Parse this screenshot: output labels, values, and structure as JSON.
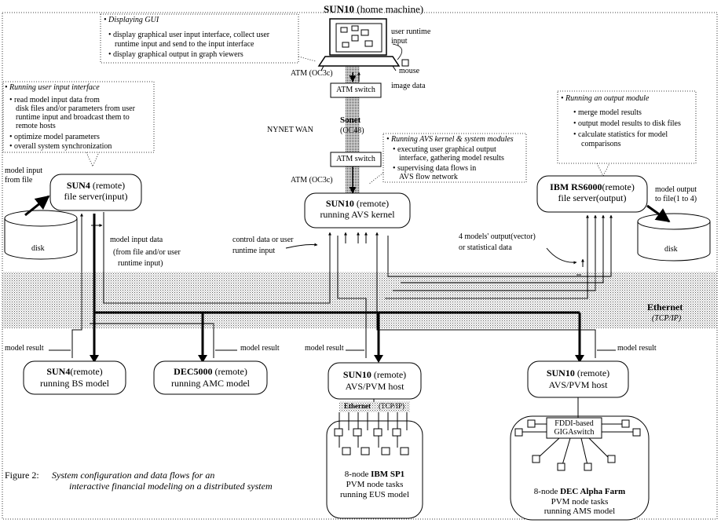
{
  "home": {
    "title_bold": "SUN10",
    "title_rest": " (home machine)"
  },
  "gui_note": {
    "heading": "Displaying GUI",
    "line1": "display graphical user input interface, collect  user",
    "line2": "runtime input and send  to the input interface",
    "line3": "display graphical output in graph viewers"
  },
  "workstation": {
    "user_runtime_input_1": "user runtime",
    "user_runtime_input_2": "input",
    "mouse": "mouse"
  },
  "atm_top": {
    "label": "ATM (OC3c)",
    "switch": "ATM switch",
    "image_data": "image data"
  },
  "sonet": {
    "name": "Sonet",
    "rate": "(OC48)",
    "wan": "NYNET WAN"
  },
  "atm_bottom": {
    "switch": "ATM switch",
    "label": "ATM (OC3c)"
  },
  "input_note": {
    "heading": "Running user input interface",
    "l1": "read model input data from",
    "l2": "disk files and/or parameters from user",
    "l3": "runtime input and broadcast them to",
    "l4": "remote hosts",
    "l5": "optimize model parameters",
    "l6": "overall system synchronization"
  },
  "avs_note": {
    "heading": "Running AVS kernel & system modules",
    "l1": "executing user graphical output",
    "l2": "interface, gathering model results",
    "l3": "supervising data flows in",
    "l4": "AVS flow network"
  },
  "output_note": {
    "heading": "Running an output module",
    "l1": "merge model  results",
    "l2": "output model results to disk files",
    "l3": "calculate statistics  for model",
    "l4": "comparisons"
  },
  "sun4_fs": {
    "bold": "SUN4",
    "rest": " (remote)",
    "line2": "file server(input)"
  },
  "sun10_avs": {
    "bold": "SUN10",
    "rest": " (remote)",
    "line2": "running AVS kernel"
  },
  "ibm_fs": {
    "bold": "IBM RS6000",
    "rest": "(remote)",
    "line2": "file server(output)"
  },
  "disk_left": {
    "label": "disk",
    "note1": "model input",
    "note2": "from file"
  },
  "disk_right": {
    "label": "disk",
    "note1": "model output",
    "note2": "to file(1 to 4)"
  },
  "flow_labels": {
    "model_input_1": "model input data",
    "model_input_2": "(from file and/or user",
    "model_input_3": "runtime input)",
    "control_1": "control data or user",
    "control_2": "runtime input",
    "models_out_1": "4 models' output(vector)",
    "models_out_2": "or statistical data"
  },
  "ethernet": {
    "name": "Ethernet",
    "proto": "(TCP/IP)"
  },
  "model_result": "model result",
  "bs": {
    "bold": "SUN4",
    "rest": "(remote)",
    "line2": "running BS model"
  },
  "amc": {
    "bold": "DEC5000",
    "rest": " (remote)",
    "line2": "running AMC model"
  },
  "avs_pvm_1": {
    "bold": "SUN10",
    "rest": " (remote)",
    "line2": "AVS/PVM host"
  },
  "avs_pvm_2": {
    "bold": "SUN10",
    "rest": " (remote)",
    "line2": "AVS/PVM host"
  },
  "sp1": {
    "eth": "Ethernet",
    "tcp": "(TCP/IP)",
    "pre": "8-node ",
    "bold": "IBM SP1",
    "l2": "PVM node tasks",
    "l3": "running EUS model"
  },
  "alpha": {
    "switch1": "FDDI-based",
    "switch2": "GIGAswitch",
    "pre": "8-node ",
    "bold": "DEC Alpha Farm",
    "l2": "PVM node tasks",
    "l3": "running AMS model"
  },
  "caption": {
    "fig": "Figure 2:",
    "line1": "System configuration and data flows for an",
    "line2": "interactive financial modeling on a distributed system"
  }
}
